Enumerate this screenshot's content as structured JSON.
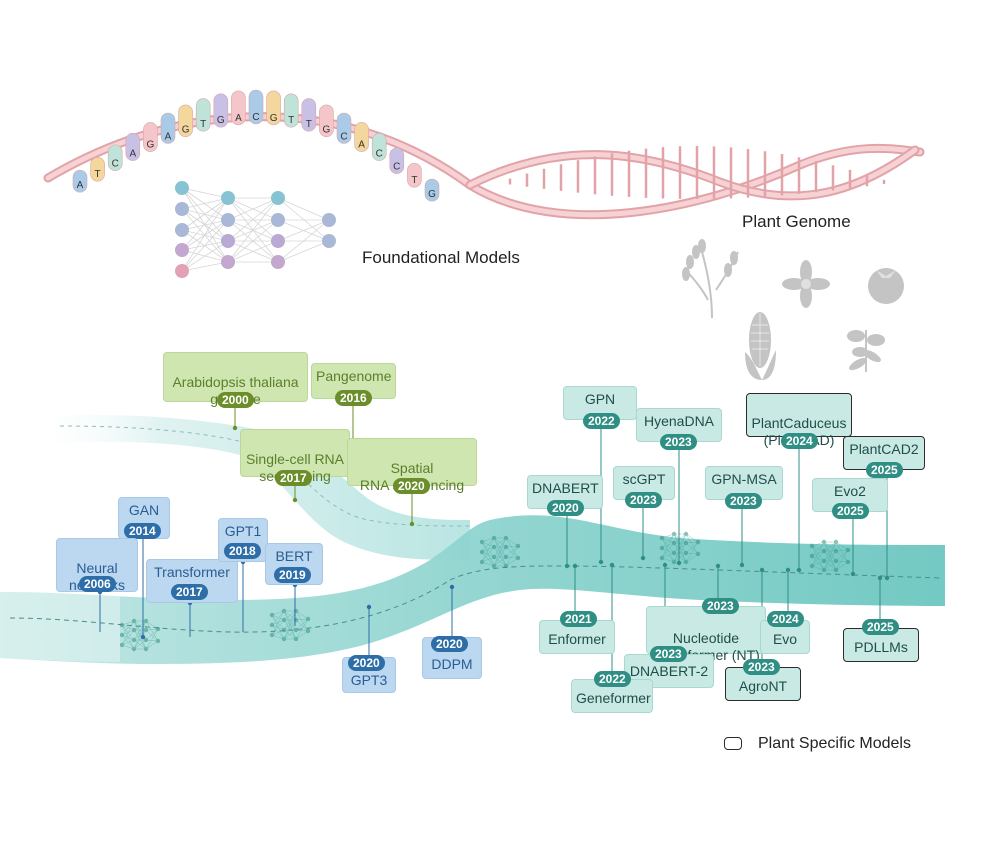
{
  "titles": {
    "foundational": "Foundational Models",
    "genome": "Plant Genome",
    "legend": "Plant Specific Models"
  },
  "dna_sequence": [
    "A",
    "T",
    "C",
    "A",
    "G",
    "A",
    "G",
    "T",
    "G",
    "A",
    "C",
    "G",
    "T",
    "T",
    "G",
    "C",
    "A",
    "C",
    "C",
    "T",
    "G"
  ],
  "colors": {
    "river": "#7fd0cc",
    "river_light": "#dff3f2",
    "dna_strand": "#f0b7bb",
    "neural_blue": "#2e6ea8",
    "genomics_green": "#6b8e2a",
    "plant_teal": "#2f8f84"
  },
  "neural_milestones": [
    {
      "name": "GAN",
      "year": "2014"
    },
    {
      "name": "Neural\nnetworks",
      "year": "2006"
    },
    {
      "name": "Transformer",
      "year": "2017"
    },
    {
      "name": "GPT1",
      "year": "2018"
    },
    {
      "name": "BERT",
      "year": "2019"
    },
    {
      "name": "GPT3",
      "year": "2020"
    },
    {
      "name": "DDPM",
      "year": "2020"
    }
  ],
  "genomics_milestones": [
    {
      "name": "Arabidopsis thaliana\ngenome",
      "year": "2000"
    },
    {
      "name": "Pangenome",
      "year": "2016"
    },
    {
      "name": "Single-cell RNA\nsequencing",
      "year": "2017"
    },
    {
      "name": "Spatial\nRNA sequencing",
      "year": "2020"
    }
  ],
  "dna_models": [
    {
      "name": "GPN",
      "year": "2022"
    },
    {
      "name": "HyenaDNA",
      "year": "2023"
    },
    {
      "name": "DNABERT",
      "year": "2020"
    },
    {
      "name": "scGPT",
      "year": "2023"
    },
    {
      "name": "GPN-MSA",
      "year": "2023"
    },
    {
      "name": "PlantCaduceus\n(PlantCAD)",
      "year": "2024"
    },
    {
      "name": "PlantCAD2",
      "year": "2025"
    },
    {
      "name": "Evo2",
      "year": "2025"
    },
    {
      "name": "Enformer",
      "year": "2021"
    },
    {
      "name": "Nucleotide\nTransformer (NT)",
      "year": "2023"
    },
    {
      "name": "Evo",
      "year": "2024"
    },
    {
      "name": "PDLLMs",
      "year": "2025"
    },
    {
      "name": "DNABERT-2",
      "year": "2023"
    },
    {
      "name": "AgroNT",
      "year": "2023"
    },
    {
      "name": "Geneformer",
      "year": "2022"
    }
  ]
}
